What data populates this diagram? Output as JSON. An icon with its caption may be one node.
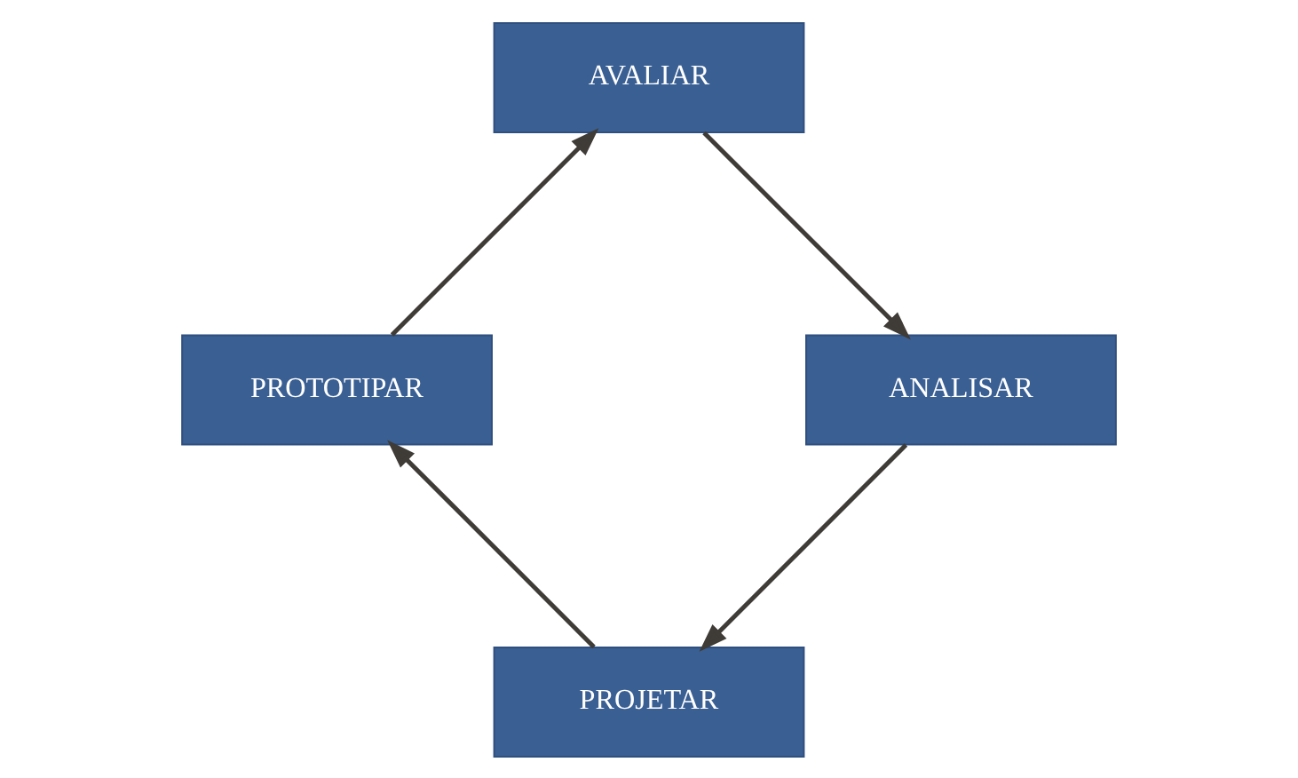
{
  "diagram": {
    "nodes": [
      {
        "text": [
          "PROJETAR"
        ]
      },
      {
        "text": [
          "PROTOTIPAR"
        ]
      },
      {
        "text": [
          "AVALIAR"
        ]
      },
      {
        "text": [
          "ANALISAR"
        ]
      }
    ],
    "edges": [
      {
        "from": 0,
        "to": 1,
        "arrow": "to"
      },
      {
        "from": 1,
        "to": 2,
        "arrow": "to"
      },
      {
        "from": 2,
        "to": 3,
        "arrow": "to"
      },
      {
        "from": 3,
        "to": 0,
        "arrow": "to"
      }
    ]
  }
}
